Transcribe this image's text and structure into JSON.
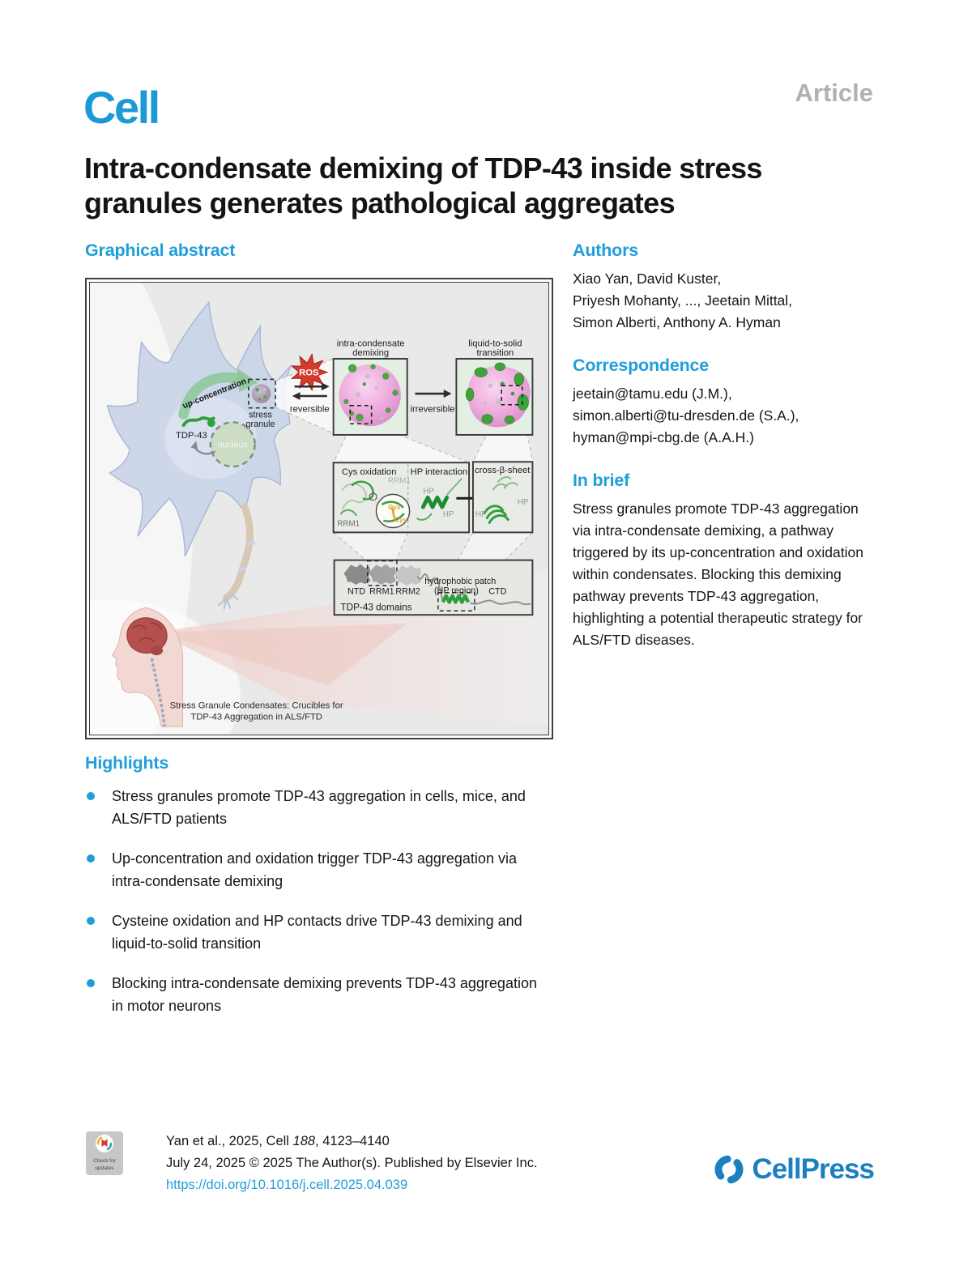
{
  "colors": {
    "accent_blue": "#1f9ed9",
    "logo_blue": "#1b9ad5",
    "article_gray": "#b1b1b4",
    "link_blue": "#1f9ed9",
    "cellpress_blue": "#1b7fc0",
    "ros_red": "#d63a2f",
    "condensate_pink": "#efaede",
    "demixed_green": "#4ba943"
  },
  "header": {
    "journal_logo": "Cell",
    "article_type": "Article"
  },
  "title": {
    "line1": "Intra-condensate demixing of TDP-43 inside stress",
    "line2": "granules generates pathological aggregates"
  },
  "graphical_abstract": {
    "heading": "Graphical abstract",
    "neuron": {
      "up_concentration": "up-concentration",
      "stress_granule_line1": "stress",
      "stress_granule_line2": "granule",
      "tdp43": "TDP-43",
      "nucleus": "nucleus"
    },
    "ros": "ROS",
    "reversible": "reversible",
    "irreversible": "irreversible",
    "panel_demixing": {
      "title_line1": "intra-condensate",
      "title_line2": "demixing"
    },
    "panel_transition": {
      "title_line1": "liquid-to-solid",
      "title_line2": "transition"
    },
    "mechanism": {
      "cys_title": "Cys oxidation",
      "hp_title": "HP interaction",
      "cross_title": "cross-β-sheet",
      "rrm1_top": "RRM1",
      "rrm1_bottom": "RRM1",
      "cys_label_1": "Cys",
      "cys_label_2": "Cys",
      "hp_label_1": "HP",
      "hp_label_2": "HP",
      "hp_label_3": "HP",
      "hp_label_4": "HP"
    },
    "domains": {
      "ntd": "NTD",
      "rrm1": "RRM1",
      "rrm2": "RRM2",
      "hp_patch_line1": "hydrophobic patch",
      "hp_patch_line2": "(HP region)",
      "ctd": "CTD",
      "box_label": "TDP-43 domains"
    },
    "caption_line1": "Stress Granule Condensates: Crucibles for",
    "caption_line2": "TDP-43 Aggregation in ALS/FTD"
  },
  "authors": {
    "heading": "Authors",
    "lines": [
      "Xiao Yan, David Kuster,",
      "Priyesh Mohanty, ..., Jeetain Mittal,",
      "Simon Alberti, Anthony A. Hyman"
    ]
  },
  "correspondence": {
    "heading": "Correspondence",
    "lines": [
      "jeetain@tamu.edu (J.M.),",
      "simon.alberti@tu-dresden.de (S.A.),",
      "hyman@mpi-cbg.de (A.A.H.)"
    ]
  },
  "in_brief": {
    "heading": "In brief",
    "text": "Stress granules promote TDP-43 aggregation via intra-condensate demixing, a pathway triggered by its up-concentration and oxidation within condensates. Blocking this demixing pathway prevents TDP-43 aggregation, highlighting a potential therapeutic strategy for ALS/FTD diseases."
  },
  "highlights": {
    "heading": "Highlights",
    "items": [
      "Stress granules promote TDP-43 aggregation in cells, mice, and ALS/FTD patients",
      "Up-concentration and oxidation trigger TDP-43 aggregation via intra-condensate demixing",
      "Cysteine oxidation and HP contacts drive TDP-43 demixing and liquid-to-solid transition",
      "Blocking intra-condensate demixing prevents TDP-43 aggregation in motor neurons"
    ]
  },
  "footer": {
    "badge_line1": "Check for",
    "badge_line2": "updates",
    "citation_prefix": "Yan et al., 2025, Cell ",
    "citation_volume": "188",
    "citation_suffix": ", 4123–4140",
    "publication_line": "July 24, 2025 © 2025 The Author(s). Published by Elsevier Inc.",
    "doi": "https://doi.org/10.1016/j.cell.2025.04.039",
    "publisher_logo": "CellPress"
  }
}
